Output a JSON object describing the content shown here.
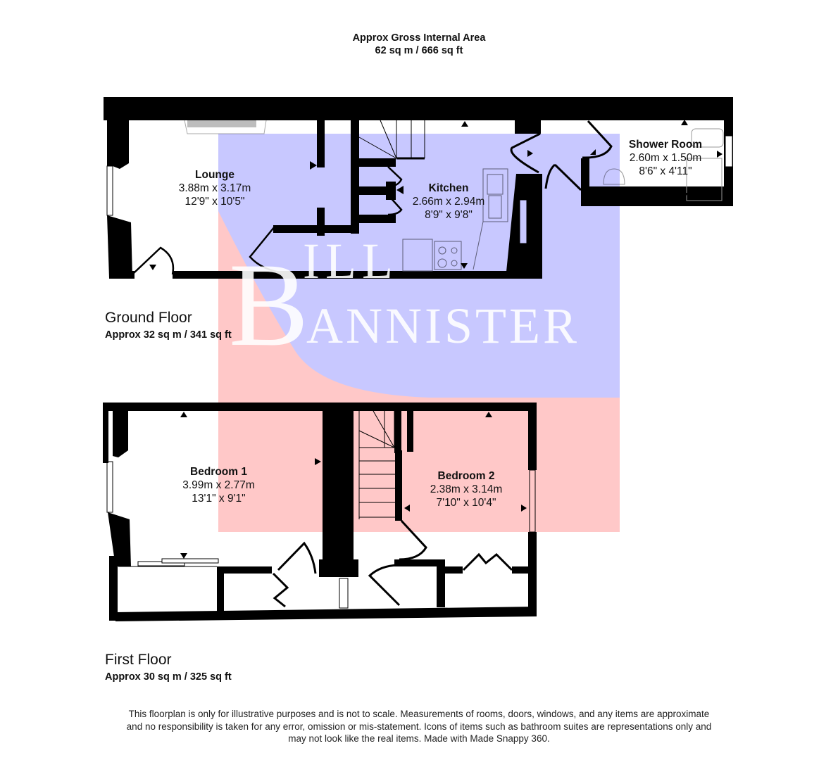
{
  "header": {
    "title": "Approx Gross Internal Area",
    "area": "62 sq m / 666 sq ft"
  },
  "ground_floor": {
    "name": "Ground Floor",
    "area": "Approx 32 sq m / 341 sq ft",
    "rooms": [
      {
        "name": "Lounge",
        "metric": "3.88m x 3.17m",
        "imperial": "12'9\" x 10'5\""
      },
      {
        "name": "Kitchen",
        "metric": "2.66m x 2.94m",
        "imperial": "8'9\" x 9'8\""
      },
      {
        "name": "Shower Room",
        "metric": "2.60m x 1.50m",
        "imperial": "8'6\" x 4'11\""
      }
    ]
  },
  "first_floor": {
    "name": "First Floor",
    "area": "Approx 30 sq m / 325 sq ft",
    "rooms": [
      {
        "name": "Bedroom 1",
        "metric": "3.99m x 2.77m",
        "imperial": "13'1\" x 9'1\""
      },
      {
        "name": "Bedroom 2",
        "metric": "2.38m x 3.14m",
        "imperial": "7'10\" x 10'4\""
      }
    ]
  },
  "watermark": {
    "line1": "BILL",
    "line2": "BANNISTER",
    "colors": {
      "blue": "#c8c8ff",
      "pink": "#ffc8c8"
    }
  },
  "disclaimer": {
    "line1": "This floorplan is only for illustrative purposes and is not to scale. Measurements of rooms, doors, windows, and any items are approximate",
    "line2": "and no responsibility is taken for any error, omission or mis-statement. Icons of items such as bathroom suites are representations only and",
    "line3": "may not look like the real items. Made with Made Snappy 360."
  }
}
